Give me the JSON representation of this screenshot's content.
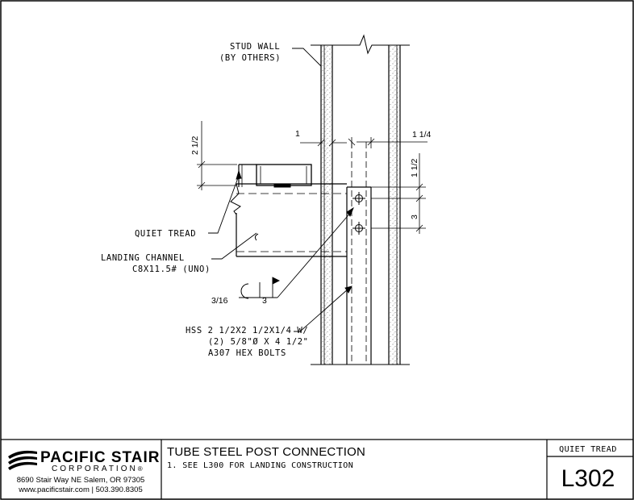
{
  "labels": {
    "stud_wall_1": "STUD WALL",
    "stud_wall_2": "(BY OTHERS)",
    "quiet_tread": "QUIET TREAD",
    "landing_channel_1": "LANDING CHANNEL",
    "landing_channel_2": "C8x11.5# (UNO)",
    "weld_size": "3/16",
    "weld_length": "3",
    "hss_1": "HSS 2 1/2x2 1/2x1/4 W/",
    "hss_2": "(2) 5/8\"ø x 4 1/2\"",
    "hss_3": "A307 HEX BOLTS"
  },
  "dimensions": {
    "d_2_1_2": "2 1/2",
    "d_1": "1",
    "d_1_1_4": "1 1/4",
    "d_1_1_2": "1 1/2",
    "d_3": "3"
  },
  "title_block": {
    "company_name": "PACIFIC STAIR",
    "company_sub": "CORPORATION",
    "registered": "®",
    "address": "8690 Stair Way NE Salem, OR 97305",
    "web_phone": "www.pacificstair.com  |  503.390.8305",
    "drawing_title": "TUBE STEEL POST CONNECTION",
    "note": "1.  SEE L300 FOR LANDING CONSTRUCTION",
    "category": "QUIET TREAD",
    "sheet_number": "L302"
  }
}
